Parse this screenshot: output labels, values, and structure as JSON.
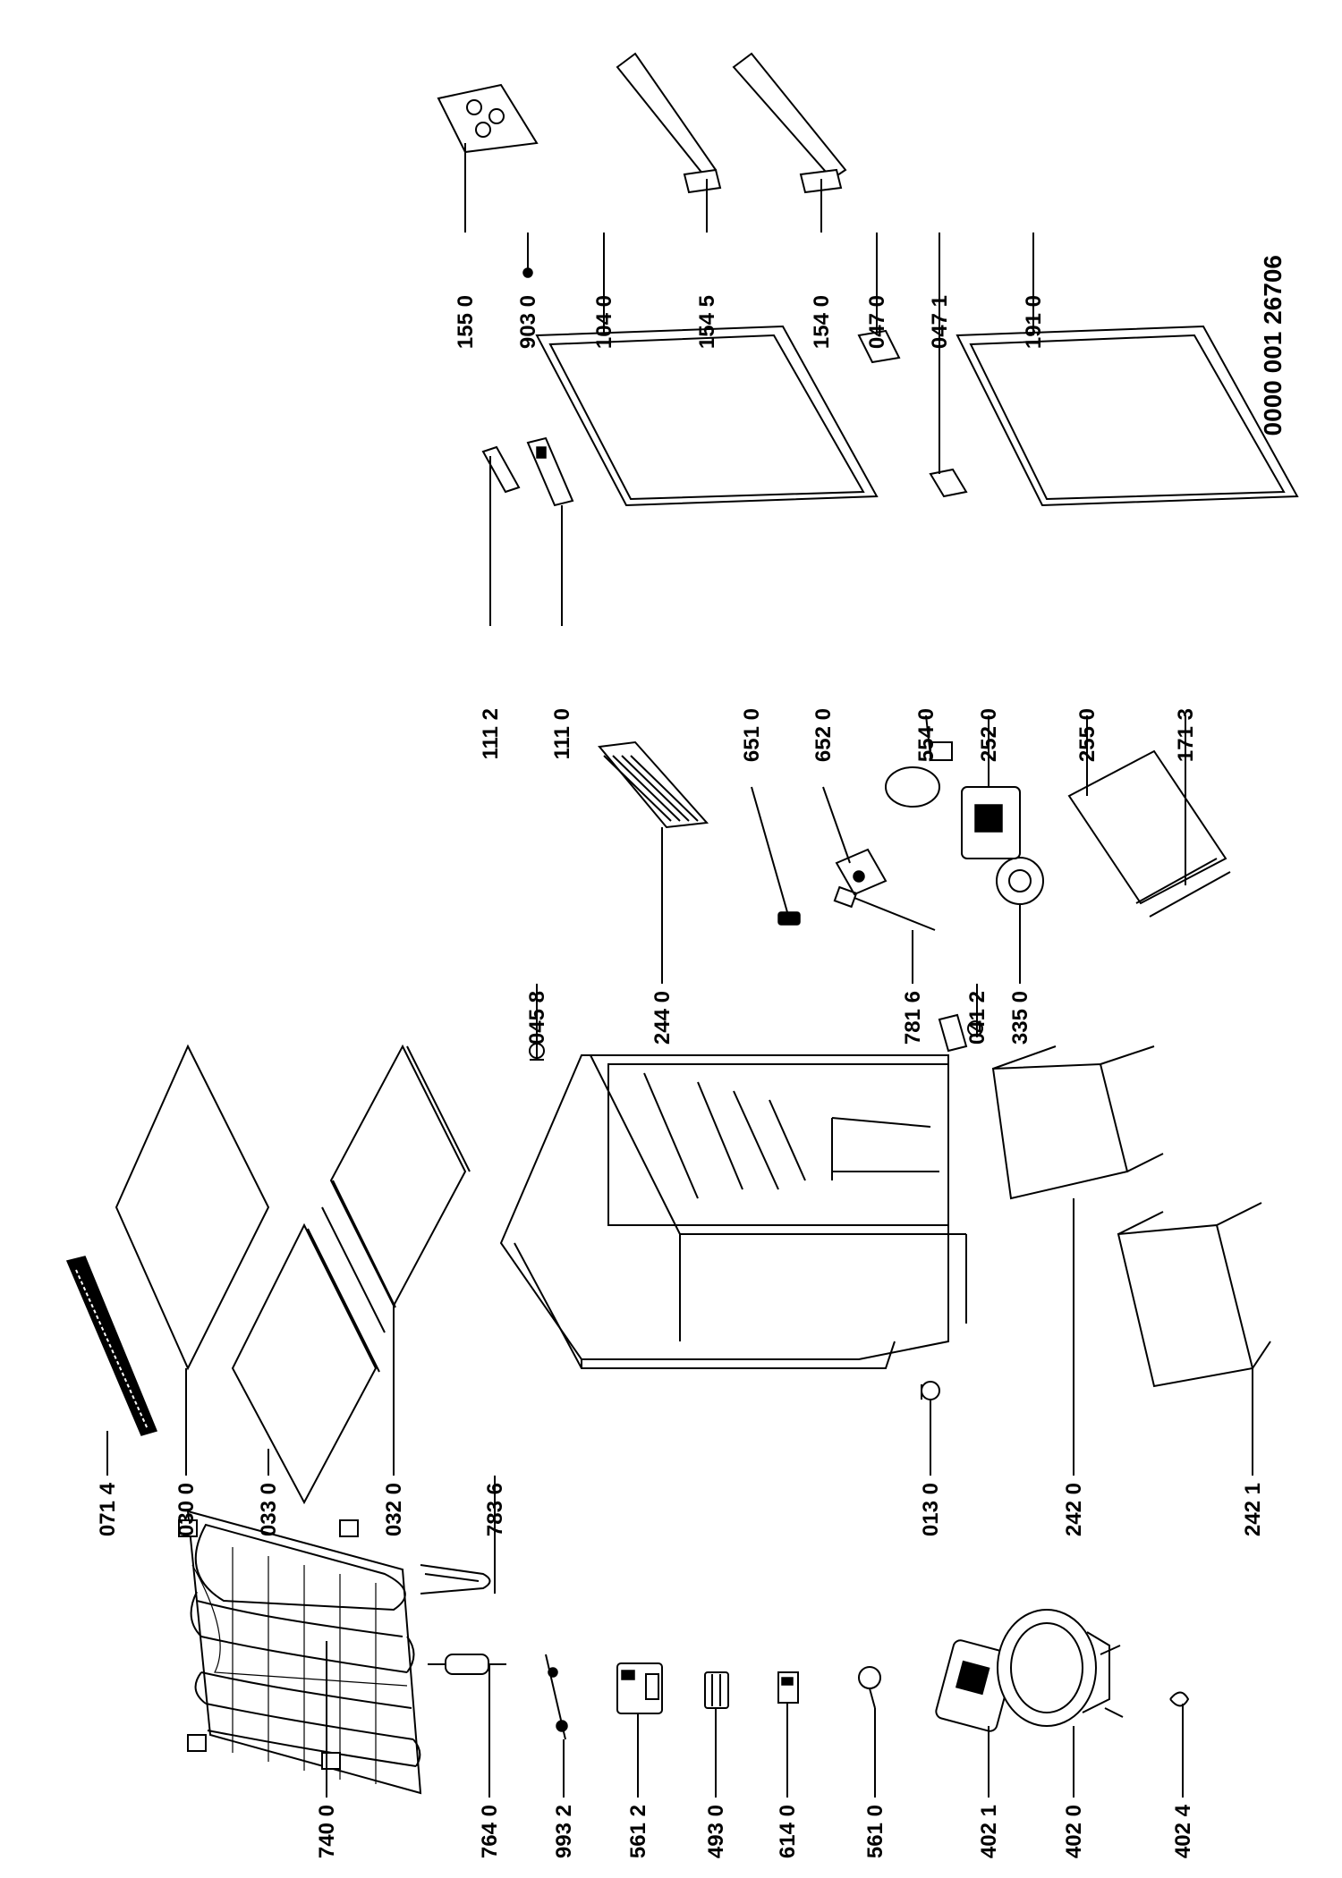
{
  "diagram": {
    "document_number": "0000 001 26706",
    "part_labels": [
      {
        "id": "l-7400",
        "text": "740 0"
      },
      {
        "id": "l-7640",
        "text": "764 0"
      },
      {
        "id": "l-9932",
        "text": "993 2"
      },
      {
        "id": "l-5612",
        "text": "561 2"
      },
      {
        "id": "l-4930",
        "text": "493 0"
      },
      {
        "id": "l-6140",
        "text": "614 0"
      },
      {
        "id": "l-5610",
        "text": "561 0"
      },
      {
        "id": "l-4021",
        "text": "402 1"
      },
      {
        "id": "l-4020",
        "text": "402 0"
      },
      {
        "id": "l-4024",
        "text": "402 4"
      },
      {
        "id": "l-0714",
        "text": "071 4"
      },
      {
        "id": "l-0300",
        "text": "030 0"
      },
      {
        "id": "l-0330",
        "text": "033 0"
      },
      {
        "id": "l-0320",
        "text": "032 0"
      },
      {
        "id": "l-7836",
        "text": "783 6"
      },
      {
        "id": "l-0130",
        "text": "013 0"
      },
      {
        "id": "l-2420",
        "text": "242 0"
      },
      {
        "id": "l-2421",
        "text": "242 1"
      },
      {
        "id": "l-0458",
        "text": "045 8"
      },
      {
        "id": "l-2440",
        "text": "244 0"
      },
      {
        "id": "l-7816",
        "text": "781 6"
      },
      {
        "id": "l-0412",
        "text": "041 2"
      },
      {
        "id": "l-3350",
        "text": "335 0"
      },
      {
        "id": "l-6510",
        "text": "651 0"
      },
      {
        "id": "l-6520",
        "text": "652 0"
      },
      {
        "id": "l-5540",
        "text": "554 0"
      },
      {
        "id": "l-2520",
        "text": "252 0"
      },
      {
        "id": "l-2550",
        "text": "255 0"
      },
      {
        "id": "l-1713",
        "text": "171 3"
      },
      {
        "id": "l-1112",
        "text": "111 2"
      },
      {
        "id": "l-1110",
        "text": "111 0"
      },
      {
        "id": "l-1550",
        "text": "155 0"
      },
      {
        "id": "l-9030",
        "text": "903 0"
      },
      {
        "id": "l-1040",
        "text": "104 0"
      },
      {
        "id": "l-1545",
        "text": "154 5"
      },
      {
        "id": "l-1540",
        "text": "154 0"
      },
      {
        "id": "l-0470",
        "text": "047 0"
      },
      {
        "id": "l-0471",
        "text": "047 1"
      },
      {
        "id": "l-1910",
        "text": "191 0"
      }
    ]
  }
}
